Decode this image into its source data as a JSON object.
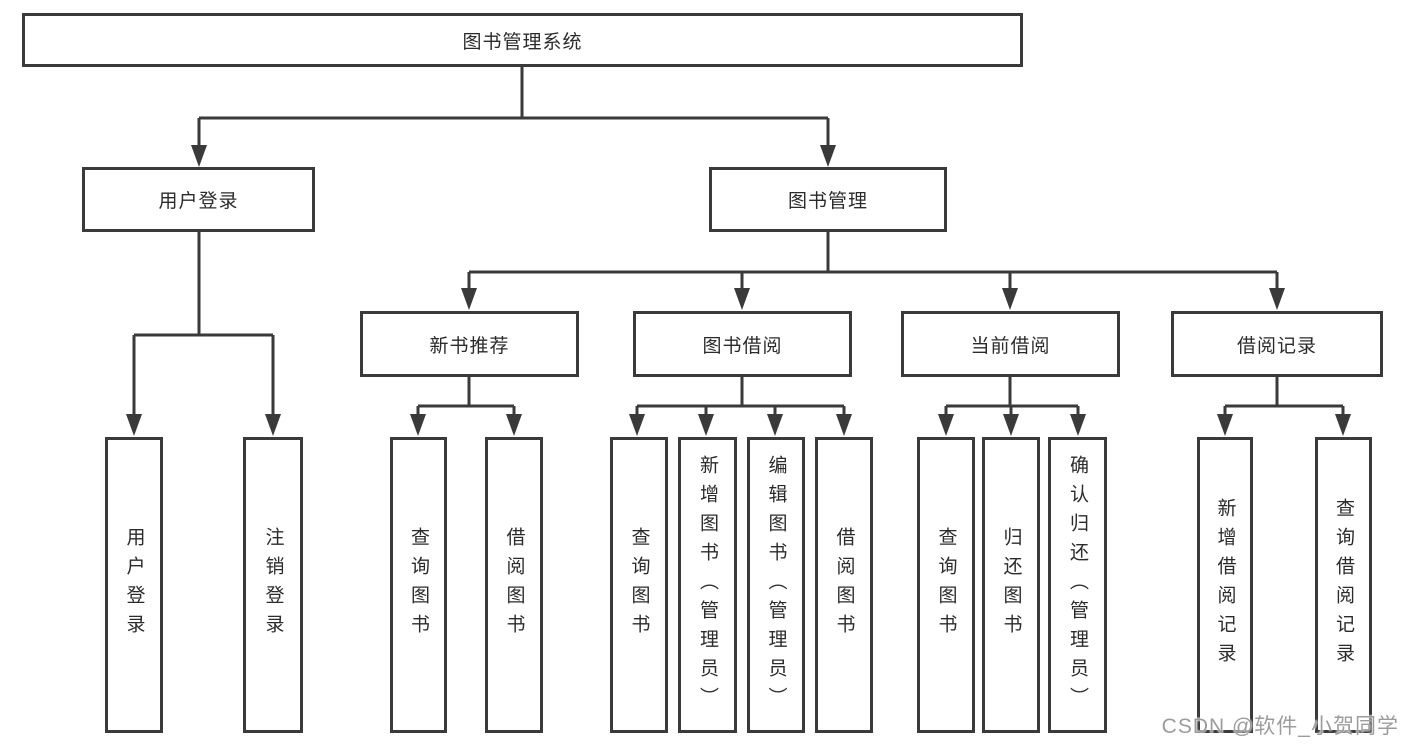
{
  "diagram": {
    "title": "图书管理系统",
    "level2": [
      {
        "label": "用户登录"
      },
      {
        "label": "图书管理"
      }
    ],
    "level3": [
      {
        "label": "新书推荐"
      },
      {
        "label": "图书借阅"
      },
      {
        "label": "当前借阅"
      },
      {
        "label": "借阅记录"
      }
    ],
    "leaves": [
      {
        "label": "用户登录"
      },
      {
        "label": "注销登录"
      },
      {
        "label": "查询图书"
      },
      {
        "label": "借阅图书"
      },
      {
        "label": "查询图书"
      },
      {
        "label": "新增图书（管理员）"
      },
      {
        "label": "编辑图书（管理员）"
      },
      {
        "label": "借阅图书"
      },
      {
        "label": "查询图书"
      },
      {
        "label": "归还图书"
      },
      {
        "label": "确认归还（管理员）"
      },
      {
        "label": "新增借阅记录"
      },
      {
        "label": "查询借阅记录"
      }
    ]
  },
  "watermark": "CSDN @软件_小贺同学",
  "colors": {
    "line": "#3a3a3a",
    "text": "#2b2b2b",
    "background": "#ffffff",
    "watermark": "#9c9c9c"
  }
}
